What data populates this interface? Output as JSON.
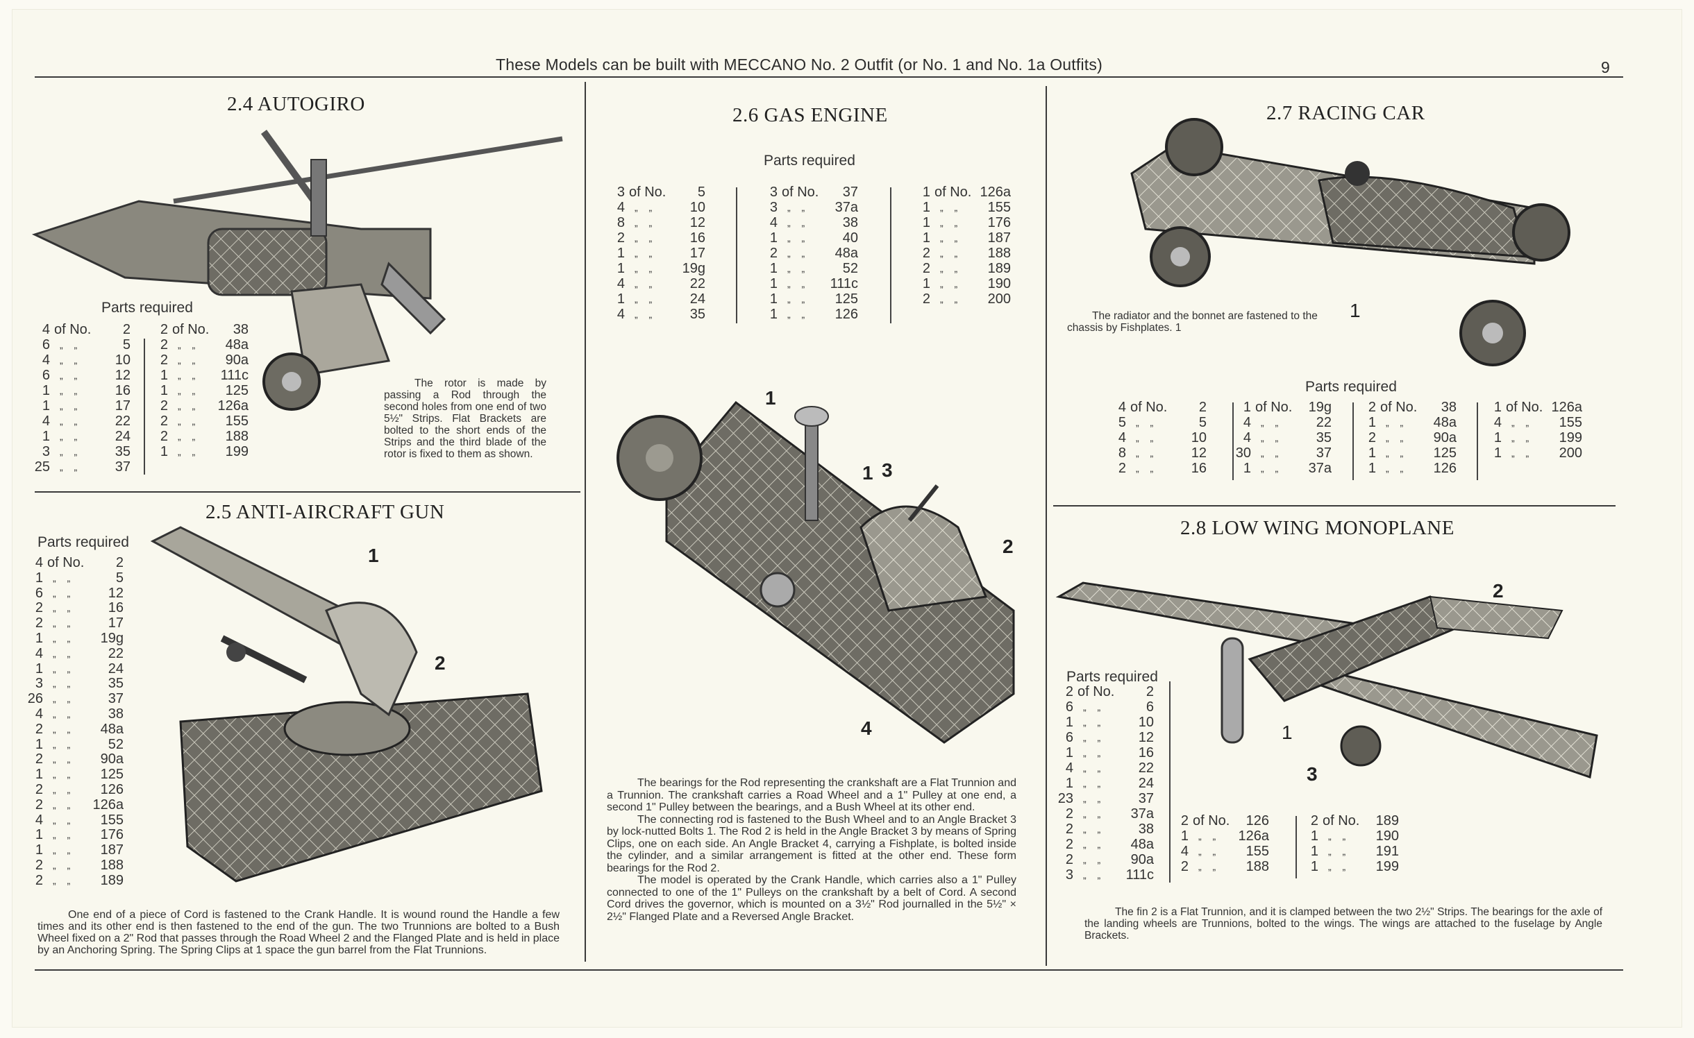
{
  "header": {
    "title": "These Models can be built with MECCANO No. 2 Outfit (or No. 1 and No. 1a Outfits)",
    "page_number": "9"
  },
  "labels": {
    "parts_required": "Parts required",
    "of_no": "of No.",
    "ditto": "„ „"
  },
  "models": {
    "autogiro": {
      "title": "2.4  AUTOGIRO",
      "parts": [
        [
          [
            "4",
            "2"
          ],
          [
            "6",
            "5"
          ],
          [
            "4",
            "10"
          ],
          [
            "6",
            "12"
          ],
          [
            "1",
            "16"
          ],
          [
            "1",
            "17"
          ],
          [
            "4",
            "22"
          ],
          [
            "1",
            "24"
          ],
          [
            "3",
            "35"
          ],
          [
            "25",
            "37"
          ]
        ],
        [
          [
            "2",
            "38"
          ],
          [
            "2",
            "48a"
          ],
          [
            "2",
            "90a"
          ],
          [
            "1",
            "111c"
          ],
          [
            "1",
            "125"
          ],
          [
            "2",
            "126a"
          ],
          [
            "2",
            "155"
          ],
          [
            "2",
            "188"
          ],
          [
            "1",
            "199"
          ]
        ]
      ],
      "note": "The rotor is made by passing a Rod through the second holes from one end of two 5½\" Strips. Flat Brackets are bolted to the short ends of the Strips and the third blade of the rotor is fixed to them as shown."
    },
    "anti_aircraft_gun": {
      "title": "2.5  ANTI-AIRCRAFT GUN",
      "parts": [
        [
          [
            "4",
            "2"
          ],
          [
            "1",
            "5"
          ],
          [
            "6",
            "12"
          ],
          [
            "2",
            "16"
          ],
          [
            "2",
            "17"
          ],
          [
            "1",
            "19g"
          ],
          [
            "4",
            "22"
          ],
          [
            "1",
            "24"
          ],
          [
            "3",
            "35"
          ],
          [
            "26",
            "37"
          ],
          [
            "4",
            "38"
          ],
          [
            "2",
            "48a"
          ],
          [
            "1",
            "52"
          ],
          [
            "2",
            "90a"
          ],
          [
            "1",
            "125"
          ],
          [
            "2",
            "126"
          ],
          [
            "2",
            "126a"
          ],
          [
            "4",
            "155"
          ],
          [
            "1",
            "176"
          ],
          [
            "1",
            "187"
          ],
          [
            "2",
            "188"
          ],
          [
            "2",
            "189"
          ]
        ]
      ],
      "callouts": [
        "1",
        "2"
      ],
      "note": "One end of a piece of Cord is fastened to the Crank Handle. It is wound round the Handle a few times and its other end is then fastened to the end of the gun. The two Trunnions are bolted to a Bush Wheel fixed on a 2\" Rod that passes through the Road Wheel 2 and the Flanged Plate and is held in place by an Anchoring Spring. The Spring Clips at 1 space the gun barrel from the Flat Trunnions."
    },
    "gas_engine": {
      "title": "2.6  GAS ENGINE",
      "parts": [
        [
          [
            "3",
            "5"
          ],
          [
            "4",
            "10"
          ],
          [
            "8",
            "12"
          ],
          [
            "2",
            "16"
          ],
          [
            "1",
            "17"
          ],
          [
            "1",
            "19g"
          ],
          [
            "4",
            "22"
          ],
          [
            "1",
            "24"
          ],
          [
            "4",
            "35"
          ]
        ],
        [
          [
            "3",
            "37"
          ],
          [
            "3",
            "37a"
          ],
          [
            "4",
            "38"
          ],
          [
            "1",
            "40"
          ],
          [
            "2",
            "48a"
          ],
          [
            "1",
            "52"
          ],
          [
            "1",
            "111c"
          ],
          [
            "1",
            "125"
          ],
          [
            "1",
            "126"
          ]
        ],
        [
          [
            "1",
            "126a"
          ],
          [
            "1",
            "155"
          ],
          [
            "1",
            "176"
          ],
          [
            "1",
            "187"
          ],
          [
            "2",
            "188"
          ],
          [
            "2",
            "189"
          ],
          [
            "1",
            "190"
          ],
          [
            "2",
            "200"
          ]
        ]
      ],
      "callouts": [
        "1",
        "1",
        "3",
        "2",
        "4"
      ],
      "note": [
        "The bearings for the Rod representing the crankshaft are a Flat Trunnion and a Trunnion. The crankshaft carries a Road Wheel and a 1\" Pulley at one end, a second 1\" Pulley between the bearings, and a Bush Wheel at its other end.",
        "The connecting rod is fastened to the Bush Wheel and to an Angle Bracket 3 by lock-nutted Bolts 1. The Rod 2 is held in the Angle Bracket 3 by means of Spring Clips, one on each side. An Angle Bracket 4, carrying a Fishplate, is bolted inside the cylinder, and a similar arrangement is fitted at the other end. These form bearings for the Rod 2.",
        "The model is operated by the Crank Handle, which carries also a 1\" Pulley connected to one of the 1\" Pulleys on the crankshaft by a belt of Cord. A second Cord drives the governor, which is mounted on a 3½\" Rod journalled in the 5½\" × 2½\" Flanged Plate and a Reversed Angle Bracket."
      ]
    },
    "racing_car": {
      "title": "2.7  RACING CAR",
      "caption": "The radiator and the bonnet are fastened to the chassis by Fishplates. 1",
      "callouts": [
        "1"
      ],
      "parts": [
        [
          [
            "4",
            "2"
          ],
          [
            "5",
            "5"
          ],
          [
            "4",
            "10"
          ],
          [
            "8",
            "12"
          ],
          [
            "2",
            "16"
          ]
        ],
        [
          [
            "1",
            "19g"
          ],
          [
            "4",
            "22"
          ],
          [
            "4",
            "35"
          ],
          [
            "30",
            "37"
          ],
          [
            "1",
            "37a"
          ]
        ],
        [
          [
            "2",
            "38"
          ],
          [
            "1",
            "48a"
          ],
          [
            "2",
            "90a"
          ],
          [
            "1",
            "125"
          ],
          [
            "1",
            "126"
          ]
        ],
        [
          [
            "1",
            "126a"
          ],
          [
            "4",
            "155"
          ],
          [
            "1",
            "199"
          ],
          [
            "1",
            "200"
          ]
        ]
      ]
    },
    "low_wing_monoplane": {
      "title": "2.8  LOW WING MONOPLANE",
      "callouts": [
        "2",
        "1",
        "3"
      ],
      "parts": [
        [
          [
            "2",
            "2"
          ],
          [
            "6",
            "6"
          ],
          [
            "1",
            "10"
          ],
          [
            "6",
            "12"
          ],
          [
            "1",
            "16"
          ],
          [
            "4",
            "22"
          ],
          [
            "1",
            "24"
          ],
          [
            "23",
            "37"
          ],
          [
            "2",
            "37a"
          ],
          [
            "2",
            "38"
          ],
          [
            "2",
            "48a"
          ],
          [
            "2",
            "90a"
          ],
          [
            "3",
            "111c"
          ]
        ],
        [
          [
            "2",
            "126"
          ],
          [
            "1",
            "126a"
          ],
          [
            "4",
            "155"
          ],
          [
            "2",
            "188"
          ]
        ],
        [
          [
            "2",
            "189"
          ],
          [
            "1",
            "190"
          ],
          [
            "1",
            "191"
          ],
          [
            "1",
            "199"
          ]
        ]
      ],
      "note": "The fin 2 is a Flat Trunnion, and it is clamped between the two 2½\" Strips. The bearings for the axle of the landing wheels are Trunnions, bolted to the wings. The wings are attached to the fuselage by Angle Brackets."
    }
  }
}
